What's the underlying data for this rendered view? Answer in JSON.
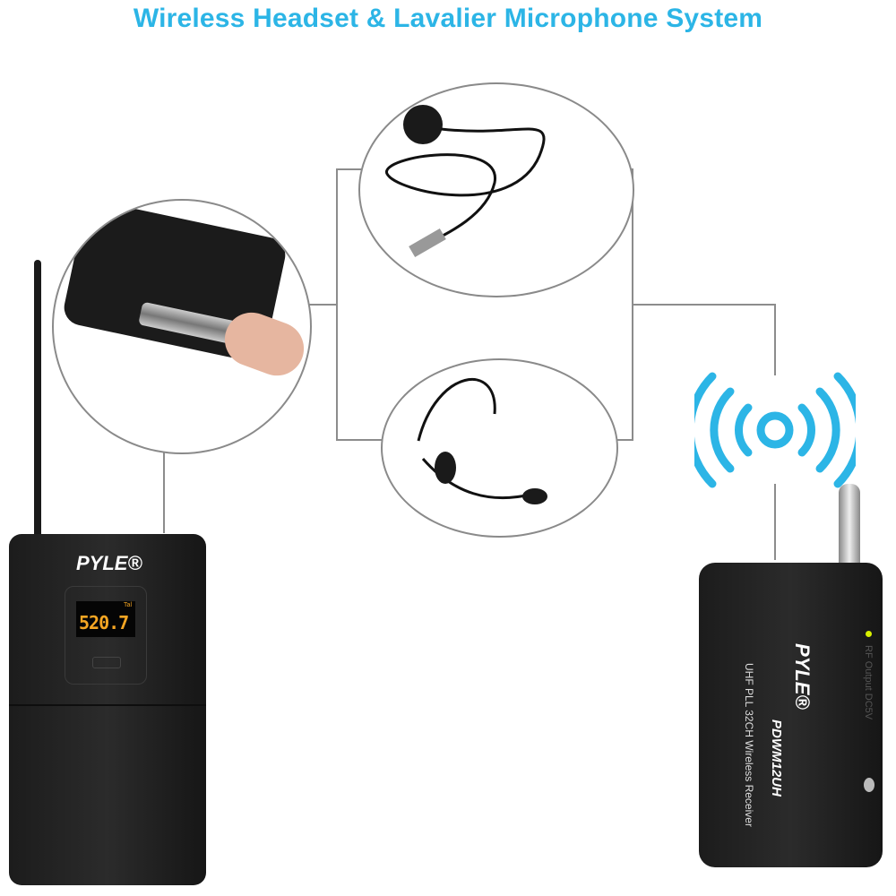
{
  "title": "Wireless Headset & Lavalier Microphone System",
  "colors": {
    "title": "#2cb5e6",
    "signal_icon": "#2cb5e6",
    "display": "#f5a623",
    "device": "#1e1e1e",
    "connector_lines": "#8c8c8c"
  },
  "transmitter": {
    "brand": "PYLE®",
    "display_value": "520.7",
    "display_signal": "Tal"
  },
  "receiver": {
    "brand": "PYLE®",
    "model": "PDWM12UH",
    "description": "UHF PLL 32CH Wireless Receiver",
    "side_labels": "RF Output DC5V"
  },
  "icons": [
    "antenna-icon",
    "wireless-signal-icon",
    "lavalier-mic-icon",
    "headset-mic-icon",
    "jack-plug-icon"
  ]
}
